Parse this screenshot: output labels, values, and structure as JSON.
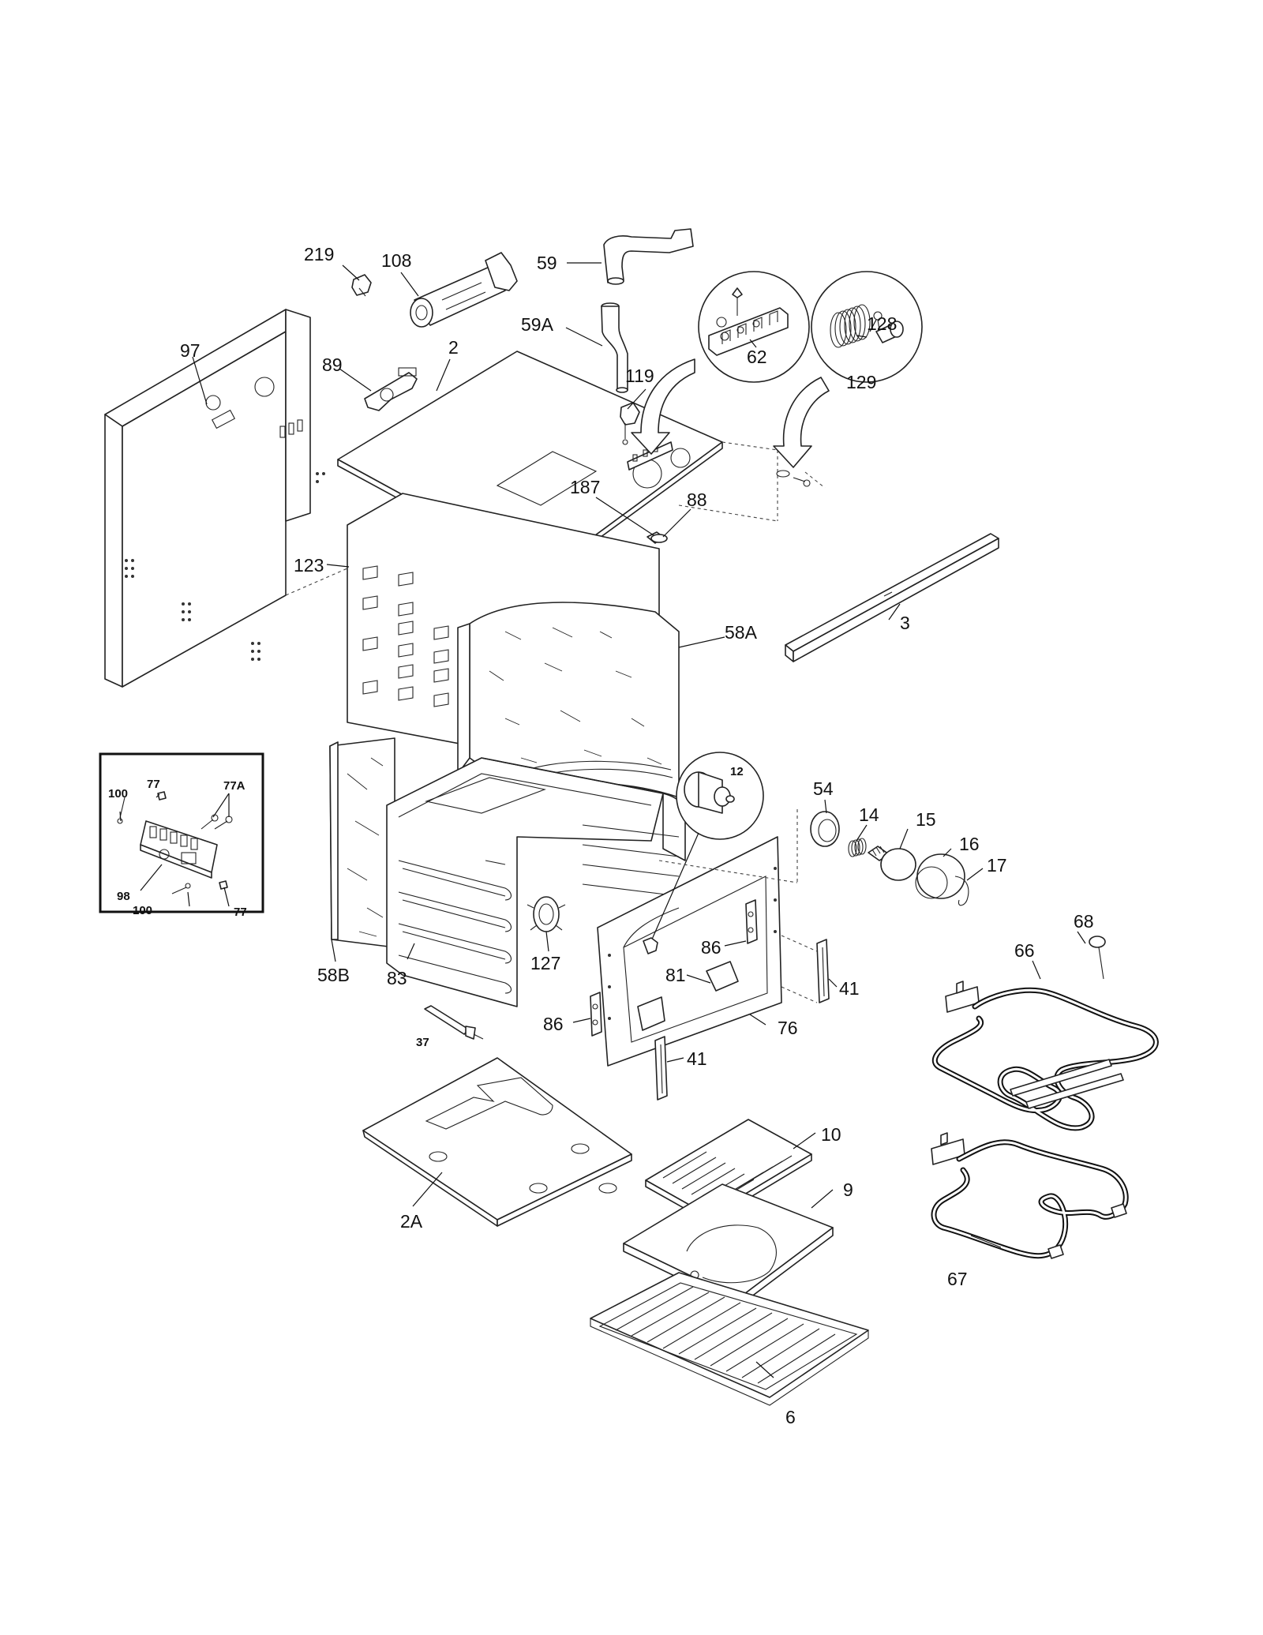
{
  "labels": {
    "l219": "219",
    "l108": "108",
    "l59": "59",
    "l59A": "59A",
    "l119": "119",
    "l62": "62",
    "l128": "128",
    "l129": "129",
    "l97": "97",
    "l89": "89",
    "l2": "2",
    "l187": "187",
    "l88": "88",
    "l123": "123",
    "l3": "3",
    "l58A": "58A",
    "l12": "12",
    "l54": "54",
    "l14": "14",
    "l15": "15",
    "l16": "16",
    "l17": "17",
    "l68": "68",
    "l66": "66",
    "l86a": "86",
    "l81": "81",
    "l41a": "41",
    "l127": "127",
    "l58B": "58B",
    "l83": "83",
    "l86b": "86",
    "l76": "76",
    "l37": "37",
    "l41b": "41",
    "l10": "10",
    "l9": "9",
    "l2A": "2A",
    "l67": "67",
    "l6": "6"
  },
  "inset_labels": {
    "i100a": "100",
    "i77a": "77",
    "i77A": "77A",
    "i98": "98",
    "i100b": "100",
    "i77b": "77"
  }
}
